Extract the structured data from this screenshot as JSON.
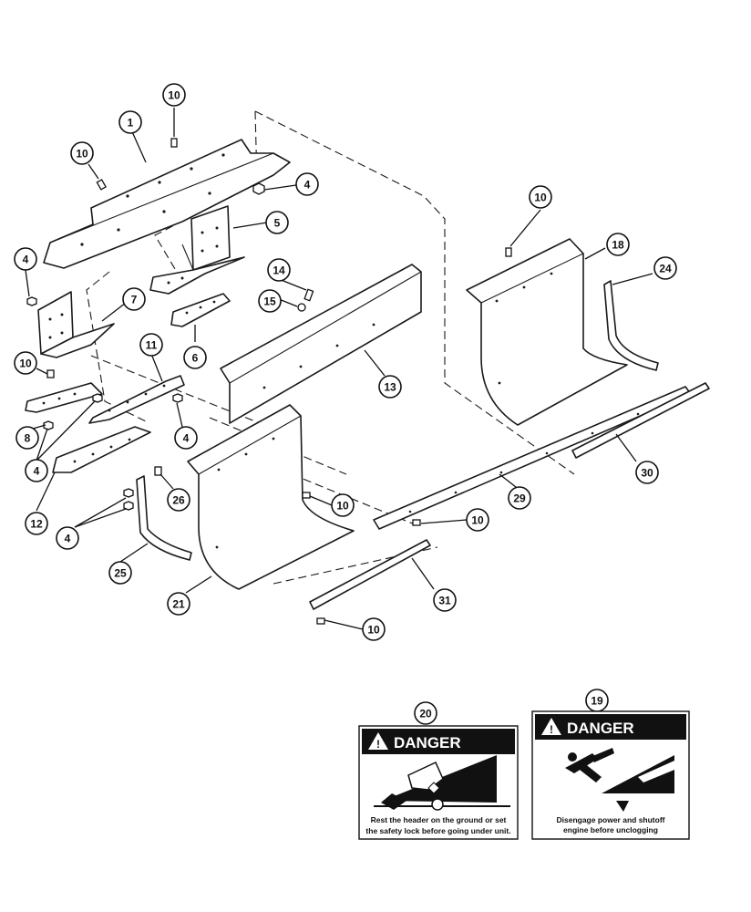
{
  "callouts": [
    {
      "num": "1"
    },
    {
      "num": "10"
    },
    {
      "num": "10"
    },
    {
      "num": "4"
    },
    {
      "num": "5"
    },
    {
      "num": "4"
    },
    {
      "num": "7"
    },
    {
      "num": "14"
    },
    {
      "num": "15"
    },
    {
      "num": "6"
    },
    {
      "num": "11"
    },
    {
      "num": "10"
    },
    {
      "num": "13"
    },
    {
      "num": "10"
    },
    {
      "num": "18"
    },
    {
      "num": "24"
    },
    {
      "num": "8"
    },
    {
      "num": "4"
    },
    {
      "num": "4"
    },
    {
      "num": "12"
    },
    {
      "num": "26"
    },
    {
      "num": "4"
    },
    {
      "num": "25"
    },
    {
      "num": "10"
    },
    {
      "num": "10"
    },
    {
      "num": "29"
    },
    {
      "num": "30"
    },
    {
      "num": "21"
    },
    {
      "num": "31"
    },
    {
      "num": "10"
    },
    {
      "num": "20"
    },
    {
      "num": "19"
    }
  ],
  "decals": [
    {
      "header": "DANGER",
      "line1": "Rest the header on the ground or set",
      "line2": "the safety lock before going under unit."
    },
    {
      "header": "DANGER",
      "line1": "Disengage power and shutoff",
      "line2": "engine before unclogging"
    }
  ]
}
